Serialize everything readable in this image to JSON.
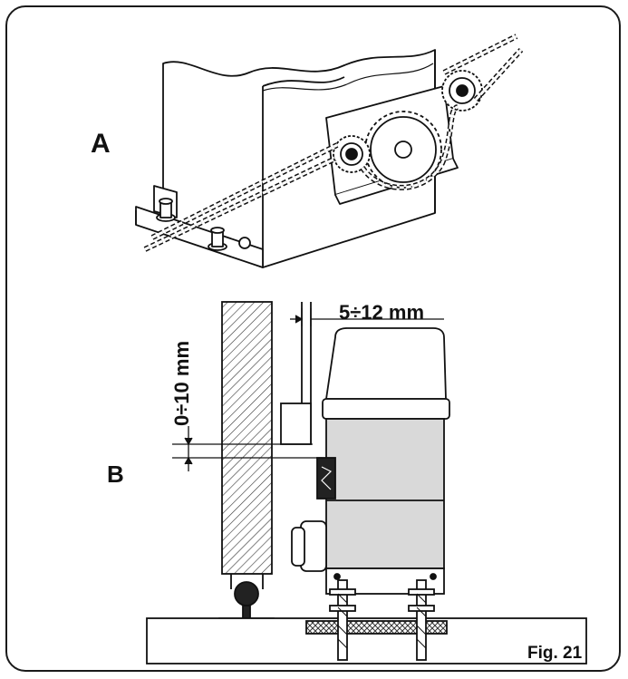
{
  "labels": {
    "part_a": "A",
    "part_b": "B",
    "gap_horizontal": "5÷12 mm",
    "gap_vertical": "0÷10 mm",
    "figure": "Fig. 21"
  },
  "colors": {
    "line": "#111111",
    "motor_body": "#d9d9d9",
    "hatch": "#333333",
    "rack_fill": "#ffffff",
    "dark_part": "#222222"
  }
}
